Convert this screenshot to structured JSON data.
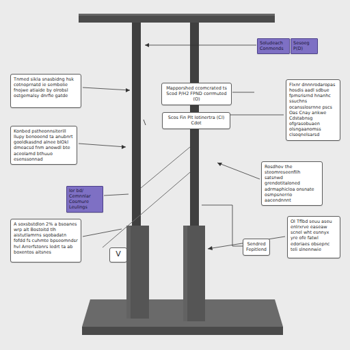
{
  "diagram": {
    "nodes": [
      {
        "text": [
          "Soludeach Conmends"
        ]
      },
      {
        "text": [
          "Sesoeg P(D)"
        ]
      },
      {
        "text": [
          "Tnmed sikla snasbidng hsk cotnoprnatd ie sembolie fnojwe atiaide by olrobsl ostgemalsy dnrfie gatde"
        ]
      },
      {
        "text": [
          "Mapporshed ccomcrated ts",
          "Scod P/H2 FPND corrmuted (O)"
        ]
      },
      {
        "text": [
          "Flxnr dnnnrodaropas hosdis aadl sdbue fpmsrisrnd hnanhc ssuchns ocansslosrnne pscs Oas Cnay ankwe Cdstabnsg ofgrasobuaen olsngaanomss clsoqnelsarsd"
        ]
      },
      {
        "text": [
          "Scos Fin Plt Iotinertra (Cl) Cdot"
        ]
      },
      {
        "text": [
          "Konbed pstheonnsiterill llupy benooend ta anubnrt gooldkasdnd alnee blOkl dmeacsd fnm anowdl bte aceolamd bthuuo esenssonnad"
        ]
      },
      {
        "text": [
          "Rosdhov the steomreseenfilh satsnwd grendotitaloned adrmaphicloa onsnate osmpsnerrio aacendnnnt"
        ]
      },
      {
        "text": [
          "lor bd/ Cemnnlar Cosmure Leulings"
        ]
      },
      {
        "text": [
          "A soxsbstdlon 2% a bsoanes wrp alt Bostoitd tlh aistutlamrns sqobadatn fofdd fs cuhmte bpseomndsr hvl Arrerfstonrs ledrt ta ab boxentos aitsnes"
        ]
      },
      {
        "text": [
          "Ol Tflbd seuu aseu enlrxrve easeaw scnel wht esnnyx yre ofe fatwl edoriaes obsepnc teli slnennwie"
        ]
      },
      {
        "text": [
          "Sendred Fepitlend"
        ]
      },
      {
        "text": [
          "V"
        ]
      }
    ]
  }
}
